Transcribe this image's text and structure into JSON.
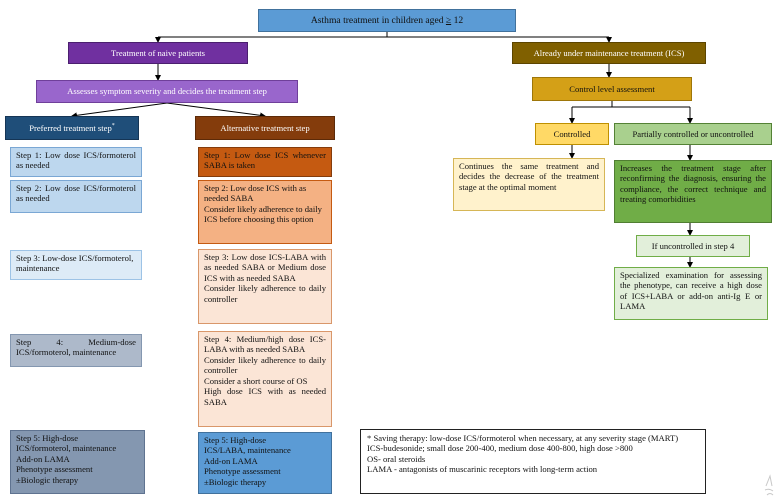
{
  "title": {
    "main": "Asthma treatment in children aged ",
    "ge": "≥",
    "age": " 12"
  },
  "naive": "Treatment of naive patients",
  "maintenance": "Already under maintenance treatment (ICS)",
  "assess": "Assesses symptom severity and decides the treatment step",
  "control_level": "Control level assessment",
  "preferred": {
    "label": "Preferred treatment step",
    "mark": "*"
  },
  "alternative": "Alternative treatment step",
  "controlled": "Controlled",
  "partial": "Partially controlled or uncontrolled",
  "pref_steps": [
    "Step 1: Low dose ICS/formoterol as needed",
    "Step 2: Low dose ICS/formoterol as needed",
    "Step 3: Low-dose ICS/formoterol, maintenance",
    "Step 4: Medium-dose ICS/formoterol, maintenance",
    [
      "Step 5: High-dose",
      "ICS/formoterol, maintenance",
      "Add-on LAMA",
      "Phenotype assessment",
      "±Biologic therapy"
    ]
  ],
  "alt_steps": [
    [
      "Step 1: Low dose ICS whenever SABA is taken"
    ],
    [
      "Step 2: Low dose ICS with as needed SABA",
      "Consider likely adherence to daily ICS before choosing this option"
    ],
    [
      "Step 3: Low dose ICS-LABA with as needed SABA or Medium dose ICS with as needed SABA",
      "Consider likely adherence to daily controller"
    ],
    [
      "Step 4: Medium/high dose ICS-LABA with as needed SABA",
      "Consider likely adherence to daily controller",
      "Consider a short course of OS",
      "High dose ICS with as needed SABA"
    ],
    [
      "Step 5: High-dose",
      "ICS/LABA, maintenance",
      "Add-on LAMA",
      "Phenotype assessment",
      "±Biologic therapy"
    ]
  ],
  "controlled_text": "Continues the same treatment and decides the decrease of the treatment stage at the optimal moment",
  "increase_text": "Increases the treatment stage after reconfirming the diagnosis, ensuring the compliance, the correct technique and treating comorbidities",
  "uncontrolled": "If uncontrolled in step 4",
  "specialized_text": "Specialized examination for assessing the phenotype, can receive a high dose of ICS+LABA or add-on anti-Ig E or LAMA",
  "notes": [
    "* Saving therapy: low-dose ICS/formoterol when necessary, at any severity stage (MART)",
    "ICS-budesonide; small dose 200-400, medium dose 400-800, high dose >800",
    "OS- oral steroids",
    "LAMA - antagonists of muscarinic receptors with long-term action"
  ],
  "colors": {
    "title": "#5b9bd5",
    "naive": "#7030a0",
    "maintenance": "#806000",
    "assess": "#9966cc",
    "control": "#d4a017",
    "preferred": "#1f4e79",
    "alternative": "#843c0c",
    "controlled": "#ffd966",
    "partial": "#a9d08e",
    "increase": "#70ad47",
    "specialized": "#e2efda"
  }
}
